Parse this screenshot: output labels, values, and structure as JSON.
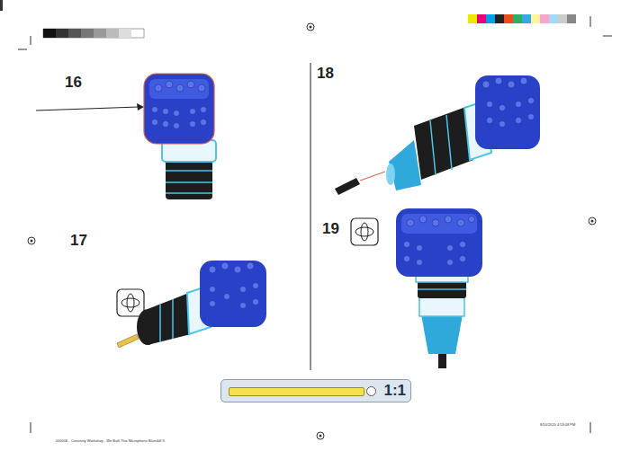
{
  "diagram": {
    "nodes": [
      {
        "text": [
          "1:1"
        ]
      }
    ],
    "labels": [
      "16",
      "17",
      "18",
      "19",
      "000006 - Creativity Workshop - We Built This Microphone Blueskill 3",
      "8/14/2020 4:53:08 PM"
    ]
  }
}
